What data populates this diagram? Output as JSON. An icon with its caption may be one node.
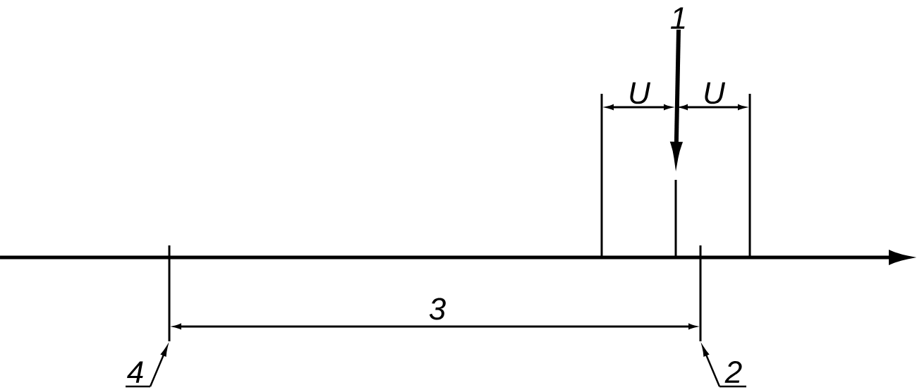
{
  "diagram": {
    "nodes": [
      {
        "text": [
          "1"
        ]
      },
      {
        "text": [
          "2"
        ]
      },
      {
        "text": [
          "4"
        ]
      }
    ],
    "edges": [
      {
        "from": 0,
        "to": null,
        "arrow": "to",
        "style": "thick"
      },
      {
        "from": 1,
        "to": null,
        "arrow": "to"
      },
      {
        "from": 2,
        "to": null,
        "arrow": "to"
      }
    ],
    "labels": [
      "U",
      "U",
      "3"
    ]
  }
}
